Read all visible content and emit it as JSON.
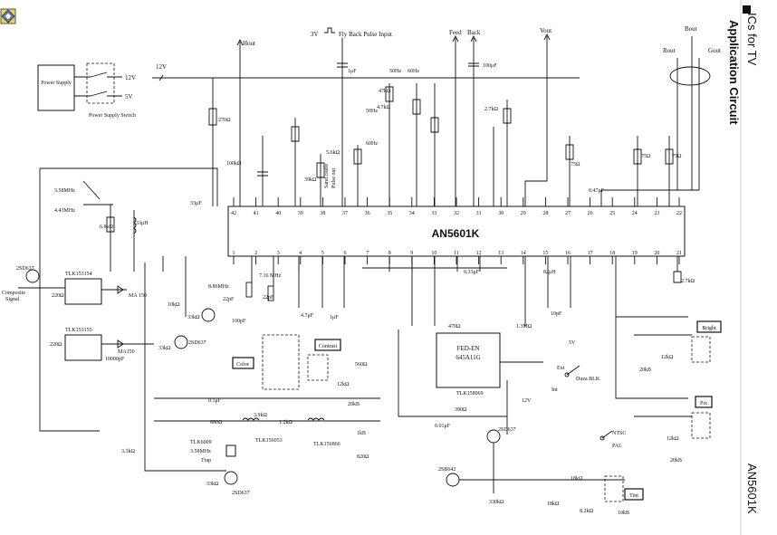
{
  "page": {
    "section_title": "ICs for TV",
    "heading": "Application Circuit",
    "part_number": "AN5601K"
  },
  "icons": {
    "corner_badge": "diamond-grid-icon"
  },
  "ic": {
    "name": "AN5601K",
    "top_pins": [
      "42",
      "41",
      "40",
      "39",
      "38",
      "37",
      "36",
      "35",
      "34",
      "33",
      "32",
      "31",
      "30",
      "29",
      "28",
      "27",
      "26",
      "25",
      "24",
      "23",
      "22"
    ],
    "bottom_pins": [
      "1",
      "2",
      "3",
      "4",
      "5",
      "6",
      "7",
      "8",
      "9",
      "10",
      "11",
      "12",
      "13",
      "14",
      "15",
      "16",
      "17",
      "18",
      "19",
      "20",
      "21"
    ]
  },
  "blocks": {
    "power_supply": "Power Supply",
    "power_switch": "Power Supply Switch",
    "v12": "12V",
    "v5": "5V",
    "fed": [
      "FED-EN",
      "645A11G"
    ],
    "tlk1": "TLK153154",
    "tlk2": "TLK153155",
    "ma150a": "MA 150",
    "ma150b": "MA150"
  },
  "signals": {
    "hout": "Hout",
    "flyback": "Fly Back Pulse Input",
    "v3": "3V",
    "feed": "Feed",
    "back": "Back",
    "vout": "Vout",
    "rout": "Rout",
    "bout": "Bout",
    "gout": "Gout",
    "v12_in": "12V",
    "composite": [
      "Composite",
      "Signal"
    ],
    "sand_castle": [
      "Sand castle",
      "Pulse out"
    ],
    "hz50": "50Hz",
    "hz60": "60Hz",
    "ext": "Ext",
    "int": "Int",
    "ntsc": "NTSC",
    "pal": "PAL",
    "duza": "Duza BLK",
    "v5b": "5V",
    "v12b": "12V",
    "trap": [
      "TLK6009",
      "3.58MHz",
      "Trap"
    ]
  },
  "controls": {
    "bright": "Bright",
    "pix": "Pix",
    "tint": "Tint",
    "color": "Color",
    "contrast": "Contrast"
  },
  "parts": {
    "r270a": "270Ω",
    "r100k": "100kΩ",
    "c33u": "33μF",
    "x358": "3.58MHz",
    "x443": "4.43MHz",
    "r68k": "6.8kΩ",
    "l33u": "33μH",
    "r33k": "3.3kΩ",
    "q2sd637a": "2SD637",
    "q2sd637b": "2SD637",
    "q2sd637c": "2SD637",
    "q2sd637d": "2SD637",
    "q2sb642": "2SB642",
    "r220a": "220Ω",
    "r220b": "220Ω",
    "c10000p": "10000pF",
    "r10k": "10kΩ",
    "r33ka": "33kΩ",
    "r33kb": "33kΩ",
    "r33kc": "33kΩ",
    "x886": "8.86MHz",
    "x716": "7.16 MHz",
    "c22p": "22pF",
    "c100p": "100pF",
    "c47u": "4.7μF",
    "c1u": "1μF",
    "c01u": "0.1μF",
    "r680": "680Ω",
    "r39k": "3.9kΩ",
    "r12k": "1.2kΩ",
    "tlk156053": "TLK156053",
    "tlk156866": "TLK156866",
    "r1k": "1kB",
    "r820": "820Ω",
    "r560": "560Ω",
    "r12kb": "12kΩ",
    "r20k": "20kB",
    "r47k": "47kΩ",
    "r47ka": "4.7kΩ",
    "r56k": "5.6kΩ",
    "r39kb": "39kΩ",
    "c1uF": "1μF",
    "c100u": "100μF",
    "r27k": "2.7kΩ",
    "r75": "75Ω",
    "c47uu": "0.47μF",
    "r18k": "18kΩ",
    "r330k": "330kΩ",
    "r82k": "8.2kΩ",
    "c001u": "0.01μF",
    "r390": "390Ω",
    "tlk158069": "TLK158069",
    "r470": "470Ω",
    "c033": "0.33μF",
    "r82u": "82μH",
    "c10p": "10pF",
    "r13m": "1.3MΩ",
    "r27kc": "2.7kΩ",
    "r10kb": "10kB"
  }
}
